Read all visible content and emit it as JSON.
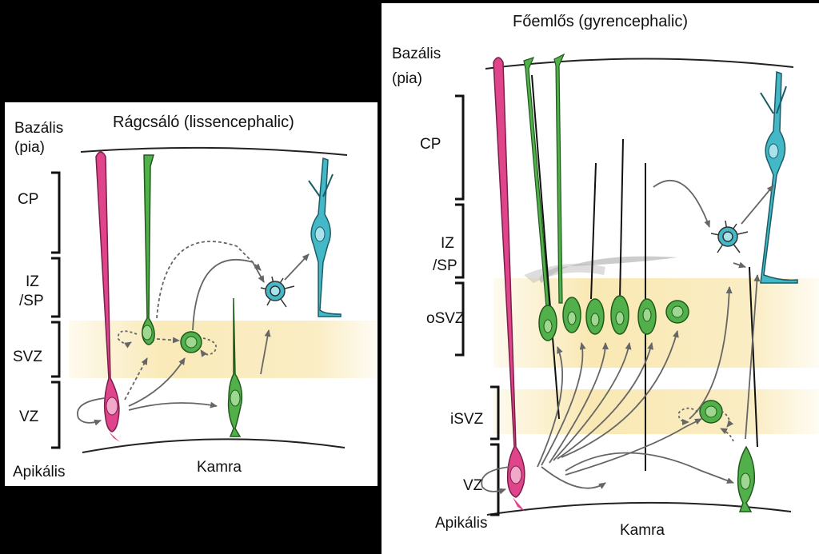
{
  "left": {
    "title": "Rágcsáló  (lissencephalic)",
    "basal_line1": "Bazális",
    "basal_line2": "(pia)",
    "zones": {
      "cp": "CP",
      "iz_line1": "IZ",
      "iz_line2": "/SP",
      "svz": "SVZ",
      "vz": "VZ"
    },
    "apical": "Apikális",
    "ventricle": "Kamra"
  },
  "right": {
    "title": "Főemlős  (gyrencephalic)",
    "basal_line1": "Bazális",
    "basal_line2": "(pia)",
    "zones": {
      "cp": "CP",
      "iz_line1": "IZ",
      "iz_line2": "/SP",
      "osvz": "oSVZ",
      "isvz": "iSVZ",
      "vz": "VZ"
    },
    "apical": "Apikális",
    "ventricle": "Kamra"
  },
  "colors": {
    "radial_glia": "#e0458c",
    "intermediate": "#52b04a",
    "neuron": "#45b8c7",
    "svz_band": "#f6dc8a"
  }
}
